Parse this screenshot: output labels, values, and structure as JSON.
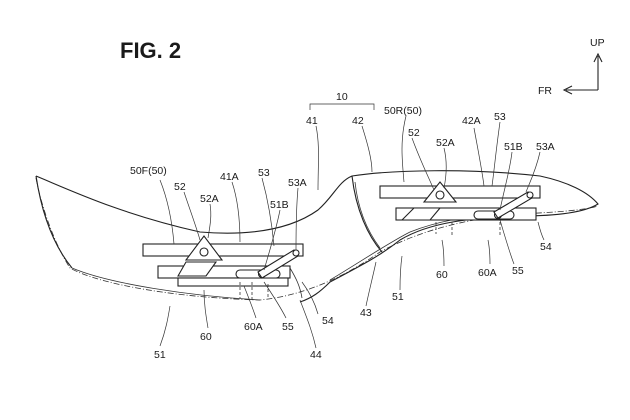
{
  "figure": {
    "title": "FIG. 2"
  },
  "directions": {
    "up": "UP",
    "front": "FR"
  },
  "labels": {
    "l10": "10",
    "l41": "41",
    "l42": "42",
    "l50R": "50R(50)",
    "l52r": "52",
    "l42A": "42A",
    "l53r": "53",
    "l52Ar": "52A",
    "l51Br": "51B",
    "l53Ar": "53A",
    "l50F": "50F(50)",
    "l41A": "41A",
    "l53f": "53",
    "l52f": "52",
    "l52Af": "52A",
    "l53Af": "53A",
    "l51Bf": "51B",
    "l54r": "54",
    "l60r": "60",
    "l60Ar": "60A",
    "l55r": "55",
    "l51m": "51",
    "l43": "43",
    "l54f": "54",
    "l55f": "55",
    "l60Af": "60A",
    "l44": "44",
    "l60f": "60",
    "l51f": "51"
  }
}
